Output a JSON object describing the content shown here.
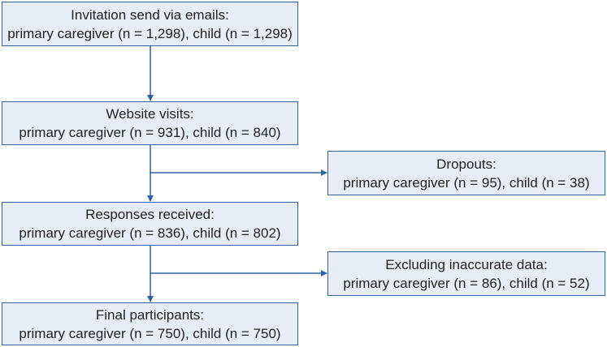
{
  "flowchart": {
    "invitation": {
      "title": "Invitation send via emails:",
      "detail": "primary caregiver (n = 1,298), child (n = 1,298)"
    },
    "website_visits": {
      "title": "Website visits:",
      "detail": "primary caregiver (n = 931), child (n = 840)"
    },
    "dropouts": {
      "title": "Dropouts:",
      "detail": "primary caregiver (n = 95), child (n = 38)"
    },
    "responses": {
      "title": "Responses received:",
      "detail": "primary caregiver (n = 836), child (n = 802)"
    },
    "excluding": {
      "title": "Excluding inaccurate data:",
      "detail": "primary caregiver (n = 86), child (n = 52)"
    },
    "final": {
      "title": "Final participants:",
      "detail": "primary caregiver (n = 750), child (n = 750)"
    }
  },
  "colors": {
    "box_fill": "#e6edf6",
    "box_border": "#2f63a8",
    "arrow": "#2f63a8"
  }
}
